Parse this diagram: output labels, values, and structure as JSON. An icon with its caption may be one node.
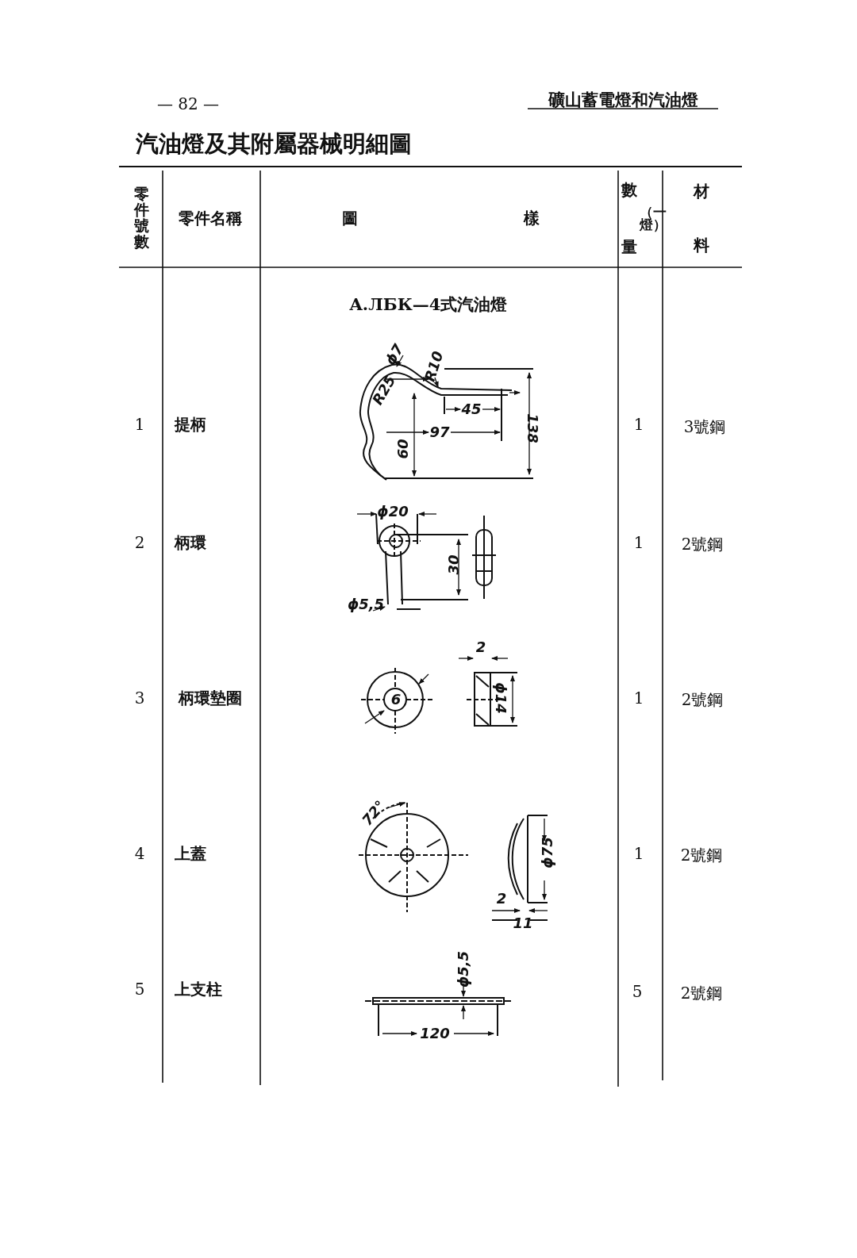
{
  "diagram": {
    "title": "汽油燈及其附屬器械明細圖",
    "labels": [
      "— 82 —",
      "礦山蓄電燈和汽油燈",
      "零件號數",
      "零件名稱",
      "圖",
      "樣",
      "數量",
      "（一燈）",
      "材料",
      "A.ЛБК—4式汽油燈",
      "1",
      "提柄",
      "ϕ7",
      "R10",
      "R25",
      "45",
      "97",
      "60",
      "138",
      "1",
      "3號鋼",
      "2",
      "柄環",
      "ϕ20",
      "30",
      "ϕ5,5",
      "1",
      "2號鋼",
      "3",
      "柄環墊圈",
      "6",
      "2",
      "ϕ14",
      "1",
      "2號鋼",
      "4",
      "上蓋",
      "72°",
      "ϕ75",
      "2",
      "11",
      "1",
      "2號鋼",
      "5",
      "上支柱",
      "ϕ5,5",
      "120",
      "5",
      "2號鋼"
    ]
  }
}
